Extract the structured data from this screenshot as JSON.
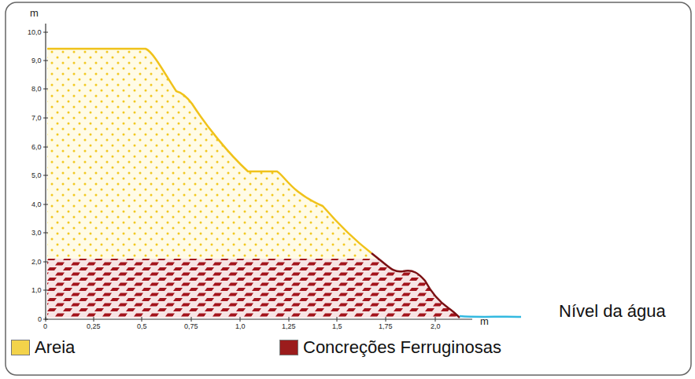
{
  "diagram": {
    "labels": [
      "m",
      "10,0",
      "9,0",
      "8,0",
      "7,0",
      "6,0",
      "5,0",
      "4,0",
      "3,0",
      "2,0",
      "1,0",
      "0",
      "0",
      "0,25",
      "0,5",
      "0,75",
      "1,0",
      "1,25",
      "1,5",
      "1,75",
      "2,0",
      "m",
      "Nível da água"
    ],
    "legend": [
      {
        "text": "Areia",
        "color": "#f3d34a"
      },
      {
        "text": "Concreções Ferruginosas",
        "color": "#9b1c1c"
      }
    ]
  }
}
